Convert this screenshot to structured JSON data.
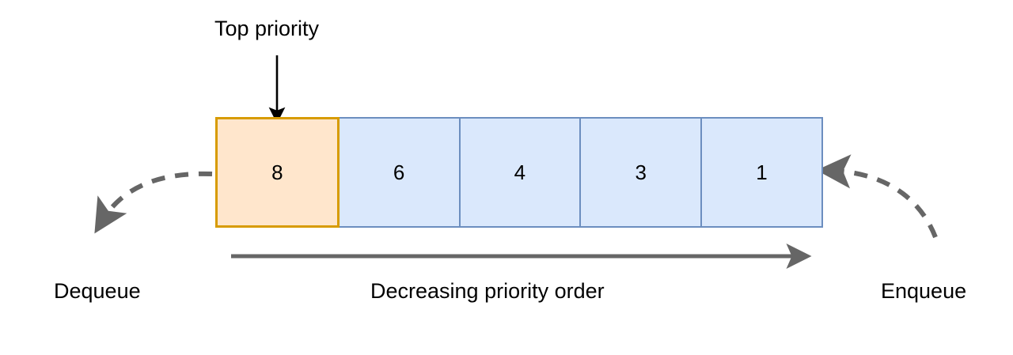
{
  "diagram": {
    "title_annotation": "Top priority",
    "queue": {
      "cells": [
        {
          "value": "8",
          "role": "top-priority"
        },
        {
          "value": "6",
          "role": "normal"
        },
        {
          "value": "4",
          "role": "normal"
        },
        {
          "value": "3",
          "role": "normal"
        },
        {
          "value": "1",
          "role": "normal"
        }
      ]
    },
    "labels": {
      "dequeue": "Dequeue",
      "enqueue": "Enqueue",
      "order": "Decreasing priority order"
    },
    "colors": {
      "top_fill": "#ffe6cc",
      "top_border": "#d79b00",
      "cell_fill": "#dae8fc",
      "cell_border": "#6c8ebf",
      "arrow_gray": "#666666",
      "arrow_black": "#000000",
      "background": "#ffffff"
    }
  }
}
